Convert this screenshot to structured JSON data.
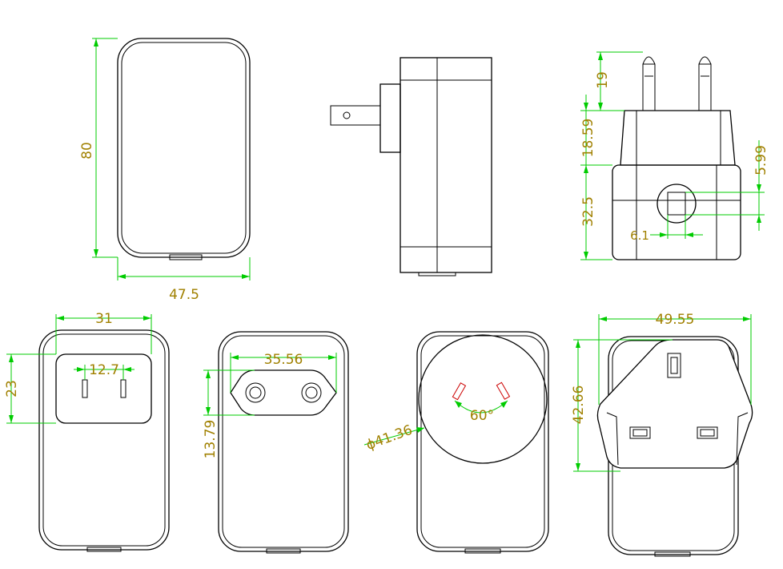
{
  "dimensions": {
    "top_front_height": "80",
    "top_front_width": "47.5",
    "eu_pin_length": "19",
    "eu_body_height": "18.59",
    "eu_base_height": "32.5",
    "eu_offset_right": "5.99",
    "eu_square": "6.1",
    "us_outer_width": "31",
    "us_pin_spacing": "12.7",
    "us_height": "23",
    "euro_width": "35.56",
    "euro_height": "13.79",
    "au_diameter": "ϕ41.36",
    "au_angle": "60°",
    "uk_width": "49.55",
    "uk_height": "42.66"
  },
  "colors": {
    "outline": "#000000",
    "dimension_line": "#00cc00",
    "dimension_text": "#a08000",
    "pin_outline": "#cc0000"
  }
}
